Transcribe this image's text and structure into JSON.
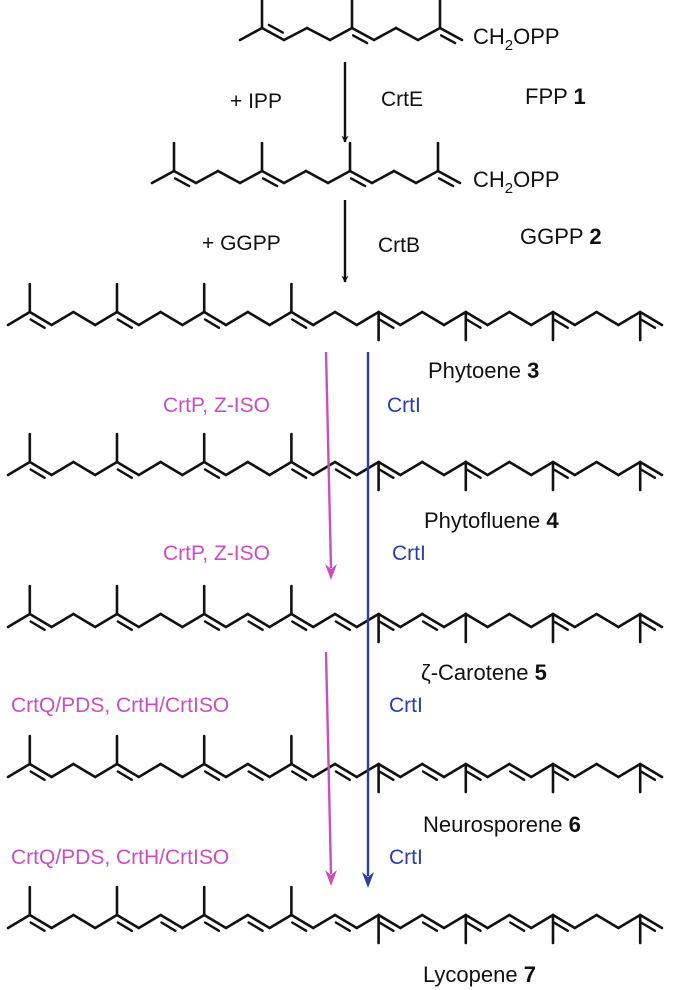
{
  "colors": {
    "black": "#111111",
    "magenta": "#c94fc1",
    "blue": "#2c3ea6"
  },
  "compounds": [
    {
      "name": "FPP",
      "number": "1",
      "group": "CH2OPP"
    },
    {
      "name": "GGPP",
      "number": "2",
      "group": "CH2OPP"
    },
    {
      "name": "Phytoene",
      "number": "3"
    },
    {
      "name": "Phytofluene",
      "number": "4"
    },
    {
      "name": "ζ-Carotene",
      "number": "5"
    },
    {
      "name": "Neurosporene",
      "number": "6"
    },
    {
      "name": "Lycopene",
      "number": "7"
    }
  ],
  "steps": [
    {
      "left": "+ IPP",
      "right": "CrtE"
    },
    {
      "left": "+ GGPP",
      "right": "CrtB"
    },
    {
      "left": "CrtP, Z-ISO",
      "right": "CrtI"
    },
    {
      "left": "CrtP, Z-ISO",
      "right": "CrtI"
    },
    {
      "left": "CrtQ/PDS, CrtH/CrtISO",
      "right": "CrtI"
    },
    {
      "left": "CrtQ/PDS, CrtH/CrtISO",
      "right": "CrtI"
    }
  ]
}
